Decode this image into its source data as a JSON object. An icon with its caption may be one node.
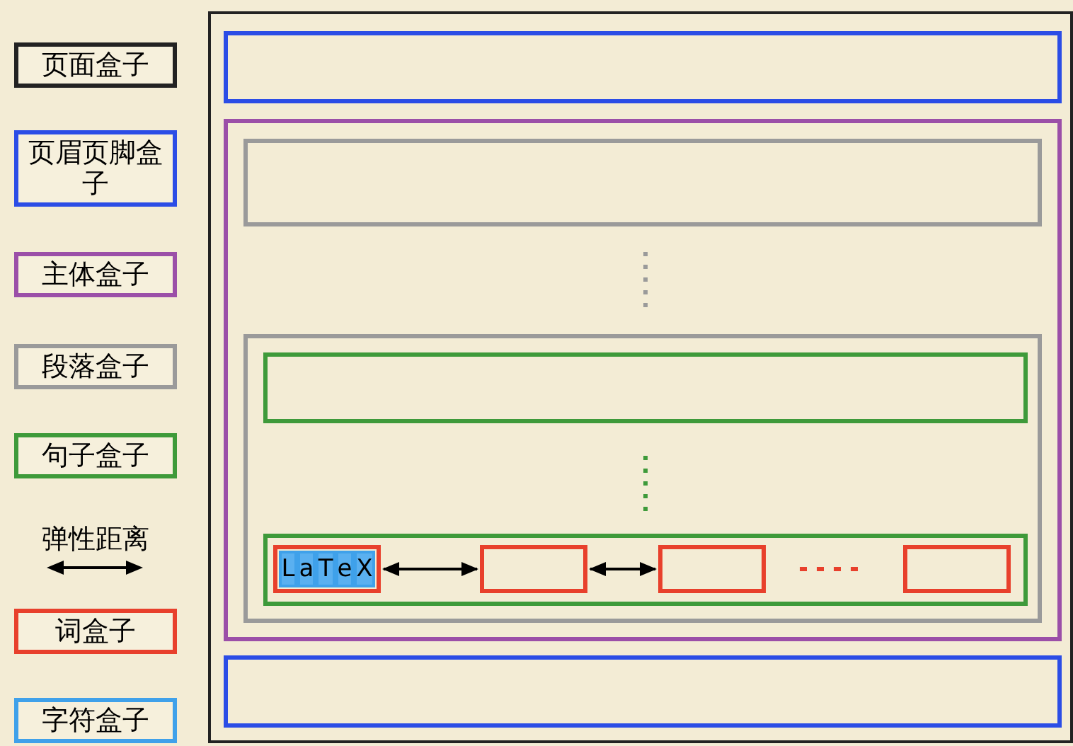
{
  "diagram": {
    "nodes": [
      {
        "text": [],
        "shape": "box"
      },
      {
        "text": [],
        "shape": "box",
        "in": 0
      },
      {
        "text": [],
        "shape": "box",
        "in": 0
      },
      {
        "text": [],
        "shape": "box",
        "in": 2
      },
      {
        "text": [],
        "shape": "box",
        "in": 2
      },
      {
        "text": [],
        "shape": "box",
        "in": 4
      },
      {
        "text": [],
        "shape": "box",
        "in": 4
      },
      {
        "text": [],
        "shape": "box",
        "in": 6
      },
      {
        "text": [
          "L"
        ],
        "in": 7
      },
      {
        "text": [
          "a"
        ],
        "in": 7
      },
      {
        "text": [
          "T"
        ],
        "in": 7
      },
      {
        "text": [
          "e"
        ],
        "in": 7
      },
      {
        "text": [
          "X"
        ],
        "in": 7
      },
      {
        "text": [],
        "shape": "box",
        "in": 6
      },
      {
        "text": [],
        "shape": "box",
        "in": 6
      },
      {
        "text": [],
        "shape": "box",
        "in": 6
      },
      {
        "text": [],
        "shape": "box",
        "in": 0
      }
    ],
    "edges": [
      {
        "from": 7,
        "to": 13,
        "arrow": "both"
      },
      {
        "from": 13,
        "to": 14,
        "arrow": "both"
      }
    ],
    "legend": [
      {
        "text": "页面盒子",
        "color": "#222222"
      },
      {
        "text": "页眉页脚盒子",
        "color": "#2b4de6"
      },
      {
        "text": "主体盒子",
        "color": "#9b4fa8"
      },
      {
        "text": "段落盒子",
        "color": "#9a9a9a"
      },
      {
        "text": "句子盒子",
        "color": "#3e9a3a"
      },
      {
        "text": "弹性距离"
      },
      {
        "text": "词盒子",
        "color": "#e8402c"
      },
      {
        "text": "字符盒子",
        "color": "#3fa1ea"
      }
    ]
  }
}
